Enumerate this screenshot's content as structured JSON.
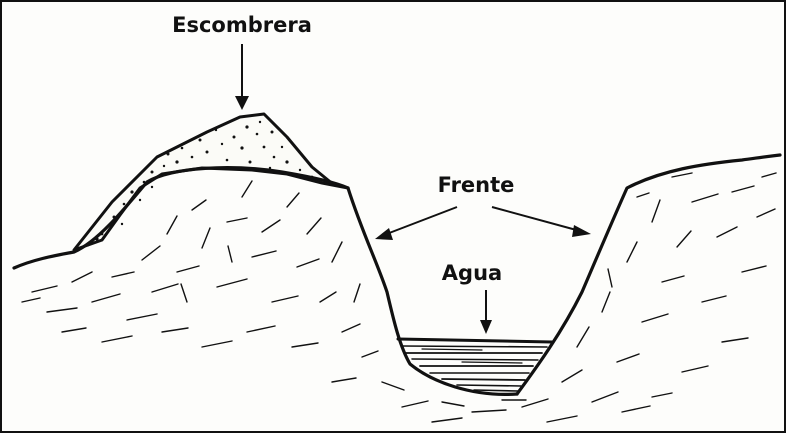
{
  "labels": {
    "escombrera": "Escombrera",
    "frente": "Frente",
    "agua": "Agua"
  },
  "colors": {
    "ink": "#111111",
    "paper": "#fdfdfb"
  }
}
